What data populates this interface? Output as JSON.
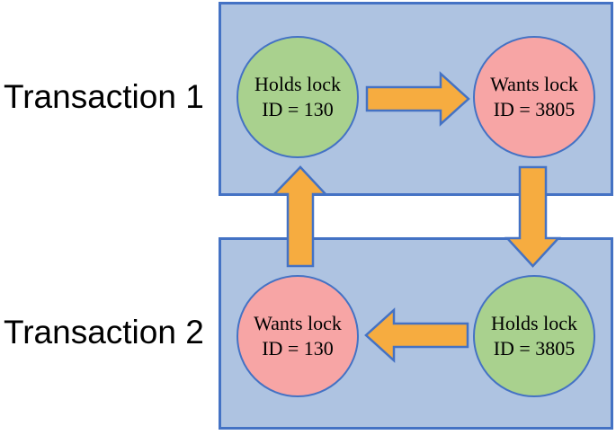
{
  "diagram": {
    "type": "deadlock-cycle-diagram",
    "transactions": [
      {
        "label": "Transaction 1",
        "nodes": [
          {
            "state": "holds",
            "title": "Holds lock",
            "id_text": "ID = 130"
          },
          {
            "state": "wants",
            "title": "Wants lock",
            "id_text": "ID = 3805"
          }
        ]
      },
      {
        "label": "Transaction 2",
        "nodes": [
          {
            "state": "wants",
            "title": "Wants lock",
            "id_text": "ID = 130"
          },
          {
            "state": "holds",
            "title": "Holds lock",
            "id_text": "ID = 3805"
          }
        ]
      }
    ],
    "arrows": [
      {
        "name": "arrow-right",
        "from": "Holds lock ID = 130",
        "to": "Wants lock ID = 3805"
      },
      {
        "name": "arrow-down",
        "from": "Wants lock ID = 3805",
        "to": "Holds lock ID = 3805"
      },
      {
        "name": "arrow-left",
        "from": "Holds lock ID = 3805",
        "to": "Wants lock ID = 130"
      },
      {
        "name": "arrow-up",
        "from": "Wants lock ID = 130",
        "to": "Holds lock ID = 130"
      }
    ],
    "colors": {
      "background": "#FFFFFF",
      "box_fill": "#AEC3E1",
      "box_border": "#4472C4",
      "holds_circle_fill": "#A9D18E",
      "wants_circle_fill": "#F7A5A5",
      "circle_border": "#4472C4",
      "arrow_fill": "#F6AC40",
      "arrow_border": "#4472C4",
      "text": "#000000"
    }
  }
}
